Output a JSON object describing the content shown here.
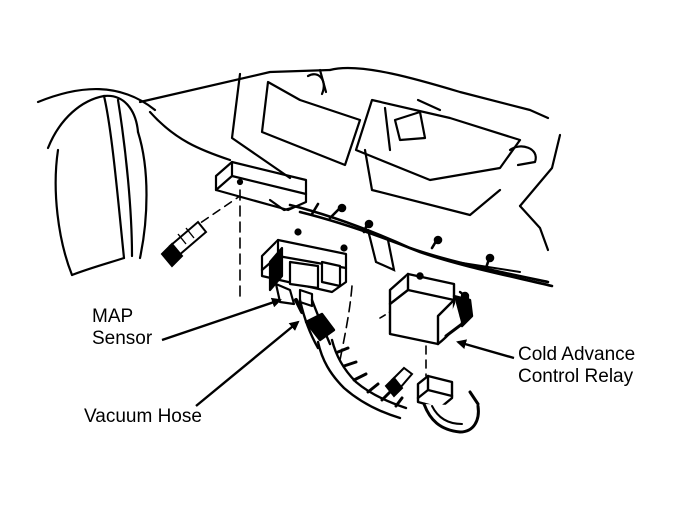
{
  "diagram": {
    "labels": {
      "map_sensor": [
        "MAP",
        "Sensor"
      ],
      "vacuum_hose": "Vacuum Hose",
      "cold_advance_relay": [
        "Cold Advance",
        "Control Relay"
      ]
    },
    "colors": {
      "ink": "#000000",
      "paper": "#ffffff"
    }
  }
}
